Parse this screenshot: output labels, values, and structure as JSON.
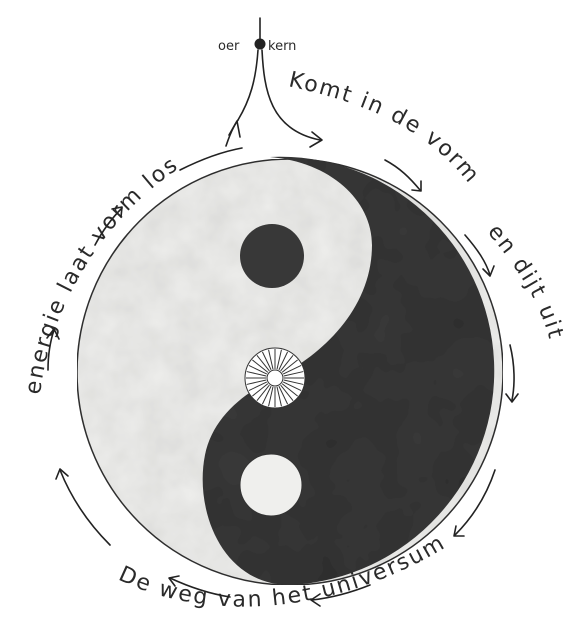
{
  "diagram": {
    "top_label_left": "oer",
    "top_label_right": "kern",
    "text_top_right": "Komt in de vorm",
    "text_right": "en dijt uit",
    "text_bottom": "De weg van het universum",
    "text_left": "energie laat vorm los"
  },
  "colors": {
    "dark": "#3b3b3b",
    "light": "#efefed",
    "ink": "#222222"
  }
}
